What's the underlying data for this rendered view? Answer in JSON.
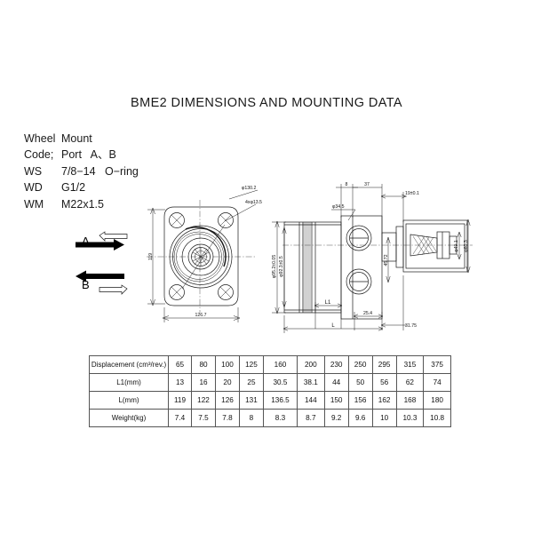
{
  "title": "BME2 DIMENSIONS AND  MOUNTING DATA",
  "specs": {
    "lines": [
      {
        "key": "Wheel",
        "value": "Mount"
      },
      {
        "key": "Code;",
        "value": "Port   A、B"
      },
      {
        "key": "WS",
        "value": "7/8−14   O−ring"
      },
      {
        "key": "WD",
        "value": "G1/2"
      },
      {
        "key": "WM",
        "value": "M22x1.5"
      }
    ]
  },
  "front_view": {
    "flow_labels": [
      "A",
      "B"
    ],
    "dims": {
      "bolt_circle": "φ130.2",
      "bolt_holes": "4xφ13.5",
      "height": "119",
      "width": "126.7"
    }
  },
  "section_view": {
    "dims": {
      "pilot_od": "φ95.2±0.05",
      "body_od": "φ92.3±0.5",
      "port_boss": "φ34.5",
      "top_a": "8",
      "top_b": "37",
      "top_c": "19±0.1",
      "port_spacing": "45.72",
      "shaft_len": "25.4",
      "flange_thk": "31.75",
      "shaft_dia_1": "φ49.1",
      "shaft_dia_2": "φ60.3",
      "l1": "L1",
      "l": "L"
    }
  },
  "chart_data": {
    "type": "table",
    "title": "BME2 DIMENSIONS AND  MOUNTING DATA",
    "row_headers": [
      "Displacement (cm³/rev.)",
      "L1(mm)",
      "L(mm)",
      "Weight(kg)"
    ],
    "categories": [
      "65",
      "80",
      "100",
      "125",
      "160",
      "200",
      "230",
      "250",
      "295",
      "315",
      "375"
    ],
    "series": [
      {
        "name": "Displacement (cm³/rev.)",
        "values": [
          "65",
          "80",
          "100",
          "125",
          "160",
          "200",
          "230",
          "250",
          "295",
          "315",
          "375"
        ]
      },
      {
        "name": "L1(mm)",
        "values": [
          "13",
          "16",
          "20",
          "25",
          "30.5",
          "38.1",
          "44",
          "50",
          "56",
          "62",
          "74"
        ]
      },
      {
        "name": "L(mm)",
        "values": [
          "119",
          "122",
          "126",
          "131",
          "136.5",
          "144",
          "150",
          "156",
          "162",
          "168",
          "180"
        ]
      },
      {
        "name": "Weight(kg)",
        "values": [
          "7.4",
          "7.5",
          "7.8",
          "8",
          "8.3",
          "8.7",
          "9.2",
          "9.6",
          "10",
          "10.3",
          "10.8"
        ]
      }
    ]
  }
}
